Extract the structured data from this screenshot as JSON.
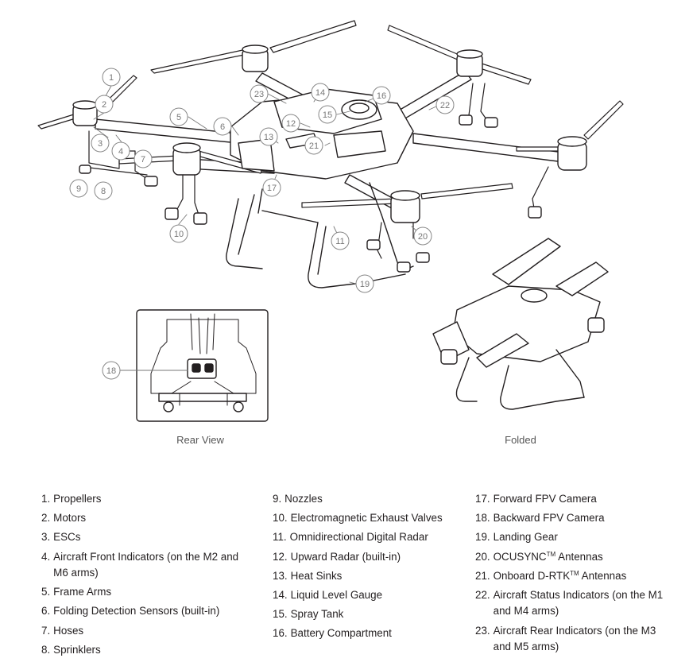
{
  "captions": {
    "rear_view": "Rear View",
    "folded": "Folded"
  },
  "callouts": [
    "1",
    "2",
    "3",
    "4",
    "5",
    "6",
    "7",
    "8",
    "9",
    "10",
    "11",
    "12",
    "13",
    "14",
    "15",
    "16",
    "17",
    "18",
    "19",
    "20",
    "21",
    "22",
    "23"
  ],
  "legend": {
    "col1": [
      {
        "num": "1.",
        "text": "Propellers"
      },
      {
        "num": "2.",
        "text": "Motors"
      },
      {
        "num": "3.",
        "text": "ESCs"
      },
      {
        "num": "4.",
        "text": "Aircraft Front Indicators (on the M2 and M6 arms)"
      },
      {
        "num": "5.",
        "text": "Frame Arms"
      },
      {
        "num": "6.",
        "text": "Folding Detection Sensors (built-in)"
      },
      {
        "num": "7.",
        "text": "Hoses"
      },
      {
        "num": "8.",
        "text": "Sprinklers"
      }
    ],
    "col2": [
      {
        "num": "9.",
        "text": "Nozzles"
      },
      {
        "num": "10.",
        "text": "Electromagnetic Exhaust Valves"
      },
      {
        "num": "11.",
        "text": "Omnidirectional Digital Radar"
      },
      {
        "num": "12.",
        "text": "Upward Radar (built-in)"
      },
      {
        "num": "13.",
        "text": "Heat Sinks"
      },
      {
        "num": "14.",
        "text": "Liquid Level Gauge"
      },
      {
        "num": "15.",
        "text": "Spray Tank"
      },
      {
        "num": "16.",
        "text": "Battery Compartment"
      }
    ],
    "col3": [
      {
        "num": "17.",
        "text": "Forward FPV Camera"
      },
      {
        "num": "18.",
        "text": "Backward FPV Camera"
      },
      {
        "num": "19.",
        "text": "Landing Gear"
      },
      {
        "num": "20.",
        "text": "OCUSYNC",
        "sup": "TM",
        "after": " Antennas"
      },
      {
        "num": "21.",
        "text": "Onboard D-RTK",
        "sup": "TM",
        "after": " Antennas"
      },
      {
        "num": "22.",
        "text": "Aircraft Status Indicators (on the M1 and M4 arms)"
      },
      {
        "num": "23.",
        "text": "Aircraft Rear Indicators (on the M3 and M5 arms)"
      }
    ]
  }
}
